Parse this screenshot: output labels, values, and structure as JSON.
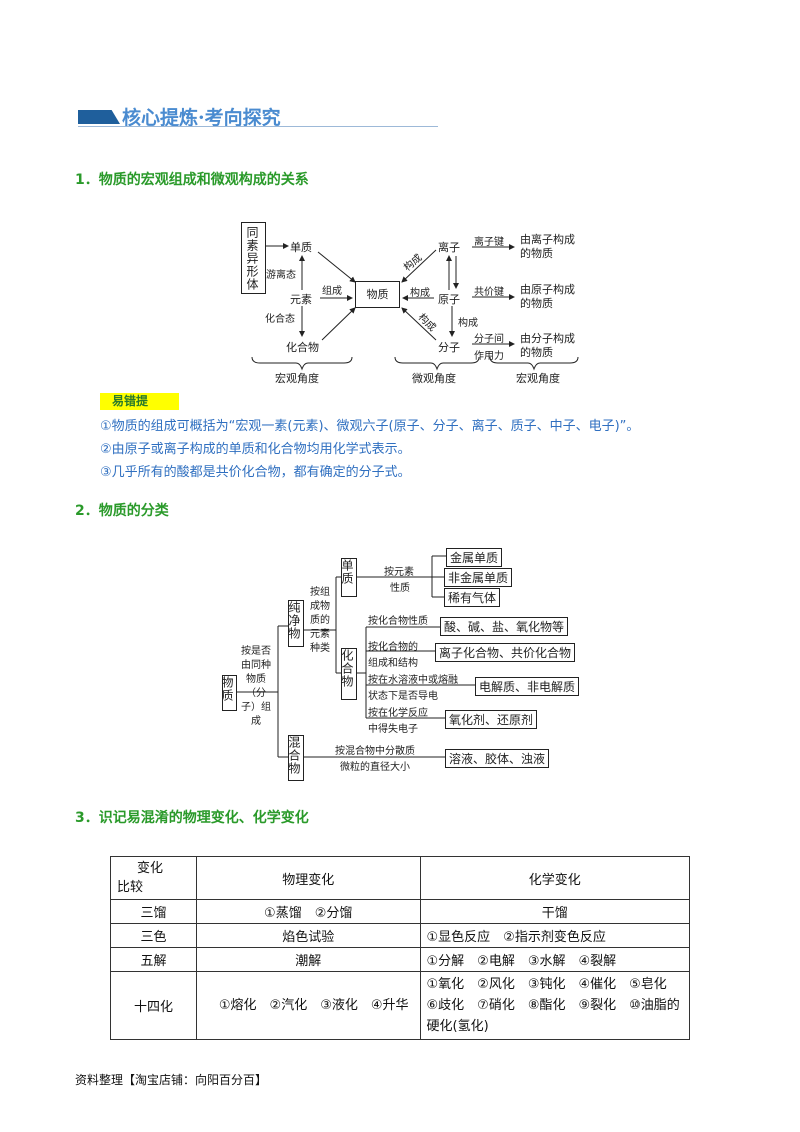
{
  "header": {
    "title": "核心提炼·考向探究"
  },
  "section1": {
    "title": "1．物质的宏观组成和微观构成的关系",
    "diagram": {
      "allotrope": "同素异形体",
      "simple": "单质",
      "free": "游离态",
      "element": "元素",
      "combined": "化合态",
      "compound": "化合物",
      "compose": "组成",
      "substance": "物质",
      "ion": "离子",
      "atom": "原子",
      "molecule": "分子",
      "constitute": "构成",
      "ionic_bond": "离子键",
      "covalent_bond": "共价键",
      "intermolecular1": "分子间",
      "intermolecular2": "作用力",
      "by_ion": "由离子构成的物质",
      "by_atom": "由原子构成的物质",
      "by_molecule": "由分子构成的物质",
      "macro": "宏观角度",
      "micro": "微观角度"
    }
  },
  "tips": {
    "tag": "易错提",
    "items": [
      "①物质的组成可概括为“宏观一素(元素)、微观六子(原子、分子、离子、质子、中子、电子)”。",
      "②由原子或离子构成的单质和化合物均用化学式表示。",
      "③几乎所有的酸都是共价化合物，都有确定的分子式。"
    ]
  },
  "section2": {
    "title": "2．物质的分类",
    "diagram": {
      "root": "物质",
      "crit1": "按是否由同种物质（分子）组成",
      "pure": "纯净物",
      "mixture": "混合物",
      "crit2": "按组成物质的元素种类",
      "simple": "单质",
      "compound": "化合物",
      "crit3a": "按元素",
      "crit3b": "性质",
      "simple_items": [
        "金属单质",
        "非金属单质",
        "稀有气体"
      ],
      "compound_rows": [
        {
          "c1": "按化合物性质",
          "c2": "",
          "r": "酸、碱、盐、氧化物等"
        },
        {
          "c1": "按化合物的",
          "c2": "组成和结构",
          "r": "离子化合物、共价化合物"
        },
        {
          "c1": "按在水溶液中或熔融",
          "c2": "状态下是否导电",
          "r": "电解质、非电解质"
        },
        {
          "c1": "按在化学反应",
          "c2": "中得失电子",
          "r": "氧化剂、还原剂"
        }
      ],
      "mix_c1": "按混合物中分散质",
      "mix_c2": "微粒的直径大小",
      "mix_r": "溶液、胶体、浊液"
    }
  },
  "section3": {
    "title": "3．识记易混淆的物理变化、化学变化",
    "table": {
      "corner1": "变化",
      "corner2": "比较",
      "h1": "物理变化",
      "h2": "化学变化",
      "rows": [
        {
          "k": "三馏",
          "p": "①蒸馏　②分馏",
          "c": "干馏"
        },
        {
          "k": "三色",
          "p": "焰色试验",
          "c": "①显色反应　②指示剂变色反应"
        },
        {
          "k": "五解",
          "p": "潮解",
          "c": "①分解　②电解　③水解　④裂解"
        },
        {
          "k": "十四化",
          "p": "①熔化　②汽化　③液化　④升华",
          "c": "①氧化　②风化　③钝化　④催化　⑤皂化　⑥歧化　⑦硝化　⑧酯化　⑨裂化　⑩油脂的硬化(氢化)"
        }
      ]
    }
  },
  "footer": "资料整理【淘宝店铺：向阳百分百】"
}
